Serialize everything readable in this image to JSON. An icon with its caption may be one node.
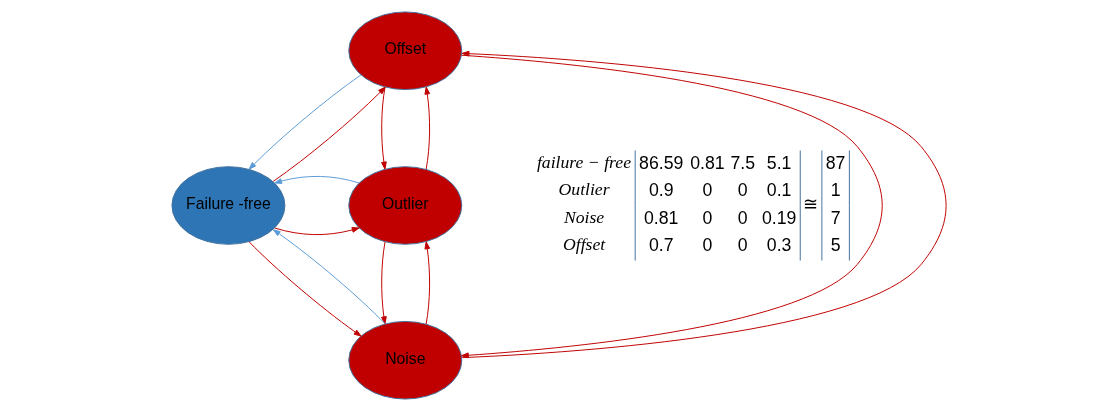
{
  "diagram": {
    "nodes": [
      {
        "text": [
          "Offset"
        ]
      },
      {
        "text": [
          "Failure -free"
        ]
      },
      {
        "text": [
          "Outlier"
        ]
      },
      {
        "text": [
          "Noise"
        ]
      }
    ],
    "edges": [
      {
        "from": 0,
        "to": 2,
        "arrow": "to"
      },
      {
        "from": 2,
        "to": 0,
        "arrow": "to"
      },
      {
        "from": 1,
        "to": 0,
        "arrow": "to"
      },
      {
        "from": 0,
        "to": 1,
        "arrow": "to",
        "color": "#5b9bd5"
      },
      {
        "from": 1,
        "to": 2,
        "arrow": "to"
      },
      {
        "from": 2,
        "to": 1,
        "arrow": "to",
        "color": "#5b9bd5"
      },
      {
        "from": 3,
        "to": 0,
        "arrow": "to"
      },
      {
        "from": 0,
        "to": 3,
        "arrow": "to"
      },
      {
        "from": 3,
        "to": 1,
        "arrow": "to",
        "color": "#5b9bd5"
      },
      {
        "from": 1,
        "to": 3,
        "arrow": "to"
      },
      {
        "from": 3,
        "to": 2,
        "arrow": "to"
      },
      {
        "from": 2,
        "to": 3,
        "arrow": "to"
      }
    ],
    "labels": [
      "failure − free",
      "Outlier",
      "Noise",
      "Offset",
      "86.59",
      "0.81",
      "7.5",
      "5.1",
      "0.9",
      "0",
      "0",
      "0.1",
      "0.81",
      "0",
      "0",
      "0.19",
      "0.7",
      "0",
      "0",
      "0.3",
      "≅",
      "87",
      "1",
      "7",
      "5"
    ]
  }
}
